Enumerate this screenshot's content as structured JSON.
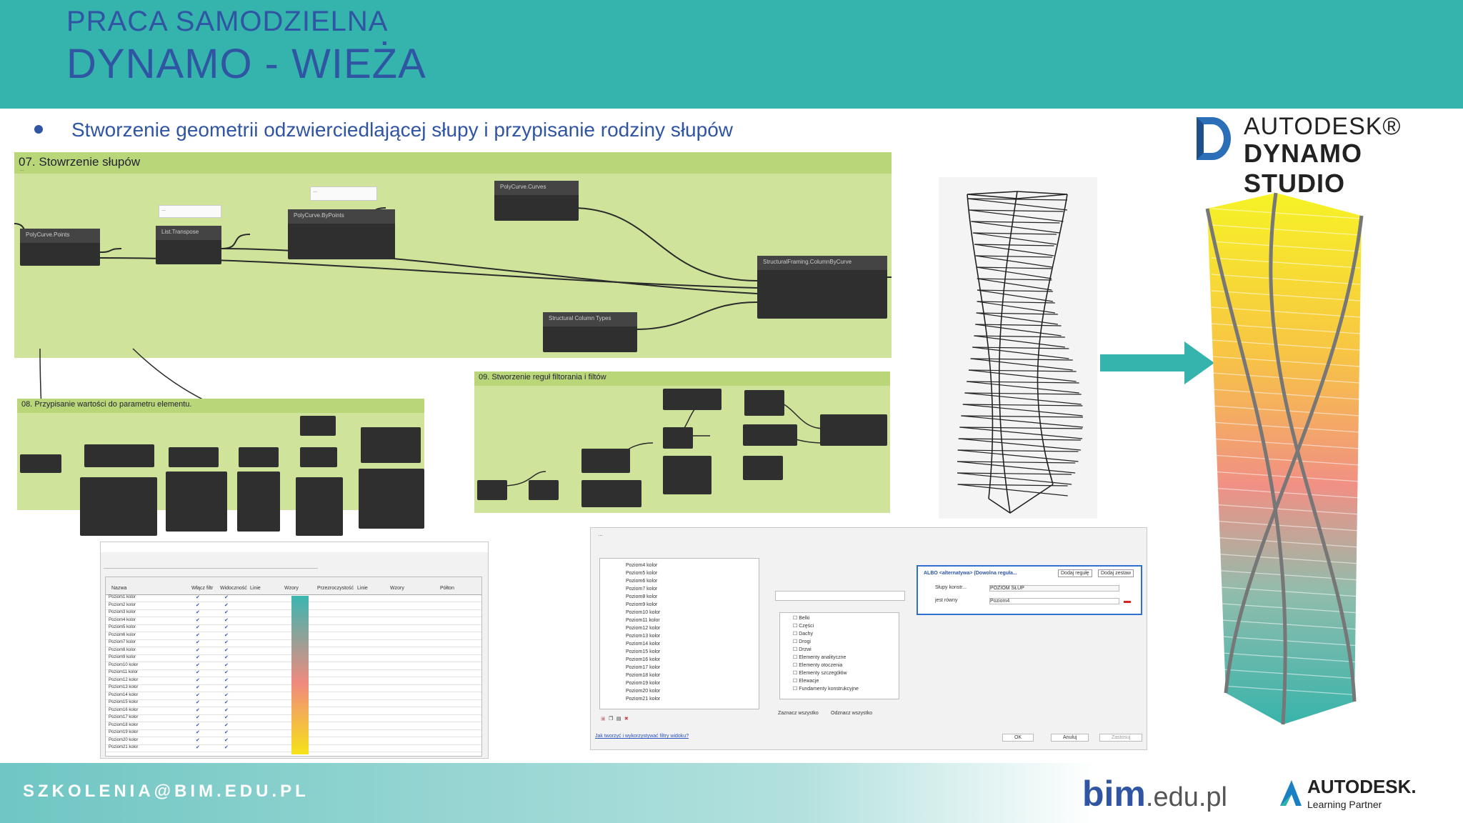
{
  "header": {
    "line1": "PRACA SAMODZIELNA",
    "line2": "DYNAMO - WIEŻA"
  },
  "bullet": "Stworzenie geometrii odzwierciedlającej słupy i  przypisanie rodziny słupów",
  "logo": {
    "brand": "AUTODESK®",
    "product": "DYNAMO STUDIO"
  },
  "panels": {
    "p07": {
      "title": "07. Stowrzenie słupów"
    },
    "p08": {
      "title": "08. Przypisanie wartości do parametru elementu."
    },
    "p09": {
      "title": "09. Stworzenie reguł filtorania i filtów"
    }
  },
  "nodes07": [
    {
      "name": "PolyCurve.Points"
    },
    {
      "name": "List.Transpose"
    },
    {
      "name": "PolyCurve.ByPoints"
    },
    {
      "name": "PolyCurve.Curves"
    },
    {
      "name": "StructuralFraming.ColumnByCurve"
    },
    {
      "name": "Structural Column Types"
    }
  ],
  "filters": {
    "levels": [
      "Poziom4 kolor",
      "Poziom5 kolor",
      "Poziom6 kolor",
      "Poziom7 kolor",
      "Poziom8 kolor",
      "Poziom9 kolor",
      "Poziom10 kolor",
      "Poziom11 kolor",
      "Poziom12 kolor",
      "Poziom13 kolor",
      "Poziom14 kolor",
      "Poziom15 kolor",
      "Poziom16 kolor",
      "Poziom17 kolor",
      "Poziom18 kolor",
      "Poziom19 kolor",
      "Poziom20 kolor",
      "Poziom21 kolor"
    ],
    "kategorie": [
      "Belki",
      "Części",
      "Dachy",
      "Drogi",
      "Drzwi",
      "Elementy analityczne",
      "Elementy otoczenia",
      "Elementy szczegółów",
      "Elewacje",
      "Fundamenty konstrukcyjne"
    ],
    "rule": "ALBO <alternatywa> (Dowolna reguła...",
    "rule_param": "Słupy konstr...",
    "rule_value": "POZIOM SŁUP",
    "rule_op": "jest równy",
    "rule_val2": "Poziom4",
    "buttons": [
      "OK",
      "Anuluj",
      "Zastosuj"
    ],
    "add_rule": "Dodaj regułę",
    "add_set": "Dodaj zestaw",
    "select_all": "Zaznacz wszystko",
    "deselect_all": "Odznacz wszystko",
    "link": "Jak tworzyć i wykorzystywać filtry widoku?"
  },
  "table": {
    "headers": [
      "Nazwa",
      "Włącz filtr",
      "Widoczność",
      "Linie",
      "Wzory",
      "Przezroczystość",
      "Linie",
      "Wzory",
      "Półton"
    ],
    "rows": [
      "Poziom1 kolor",
      "Poziom2 kolor",
      "Poziom3 kolor",
      "Poziom4 kolor",
      "Poziom5 kolor",
      "Poziom6 kolor",
      "Poziom7 kolor",
      "Poziom8 kolor",
      "Poziom9 kolor",
      "Poziom10 kolor",
      "Poziom11 kolor",
      "Poziom12 kolor",
      "Poziom13 kolor",
      "Poziom14 kolor",
      "Poziom15 kolor",
      "Poziom16 kolor",
      "Poziom17 kolor",
      "Poziom18 kolor",
      "Poziom19 kolor",
      "Poziom20 kolor",
      "Poziom21 kolor"
    ]
  },
  "footer": {
    "email": "SZKOLENIA@BIM.EDU.PL",
    "bim": "bim",
    "bim_domain": ".edu.pl",
    "adsk1": "AUTODESK.",
    "adsk2": "Learning Partner"
  },
  "colors": {
    "header": "#35b4ae",
    "title": "#2f55a3",
    "panel": "#cfe39a",
    "node": "#2f2f2f",
    "arrow": "#35b4ae"
  }
}
